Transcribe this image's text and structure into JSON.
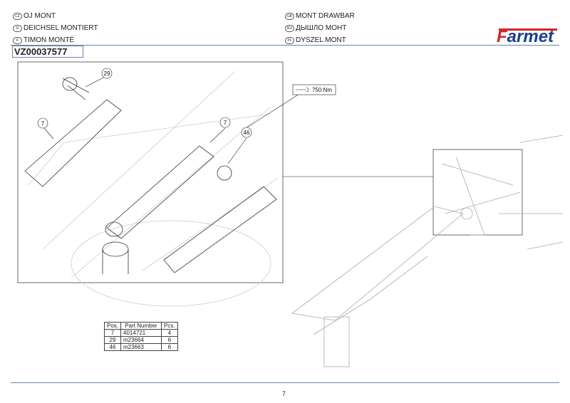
{
  "header": {
    "left": [
      {
        "badge": "CZ",
        "text": "OJ MONT"
      },
      {
        "badge": "D",
        "text": "DEICHSEL MONTIERT"
      },
      {
        "badge": "F",
        "text": "TIMON MONTÉ"
      }
    ],
    "right": [
      {
        "badge": "GB",
        "text": "MONT DRAWBAR"
      },
      {
        "badge": "RU",
        "text": "ДЫШЛО МОНТ"
      },
      {
        "badge": "PL",
        "text": "DYSZEL MONT"
      }
    ],
    "code": "VZ00037577",
    "logo": "Farmet"
  },
  "drawing": {
    "callouts": [
      "29",
      "7",
      "7",
      "46"
    ],
    "torque": "750 Nm",
    "icon": "torque-wrench-icon"
  },
  "table": {
    "headers": [
      "Pos.",
      "Part Number",
      "Pcs."
    ],
    "rows": [
      [
        "7",
        "4014721",
        "4"
      ],
      [
        "29",
        "m23664",
        "6"
      ],
      [
        "46",
        "m23663",
        "6"
      ]
    ]
  },
  "page_number": "7",
  "colors": {
    "rule": "#6a86a6",
    "logo_red": "#d3262b",
    "logo_blue": "#1b3f8f"
  }
}
